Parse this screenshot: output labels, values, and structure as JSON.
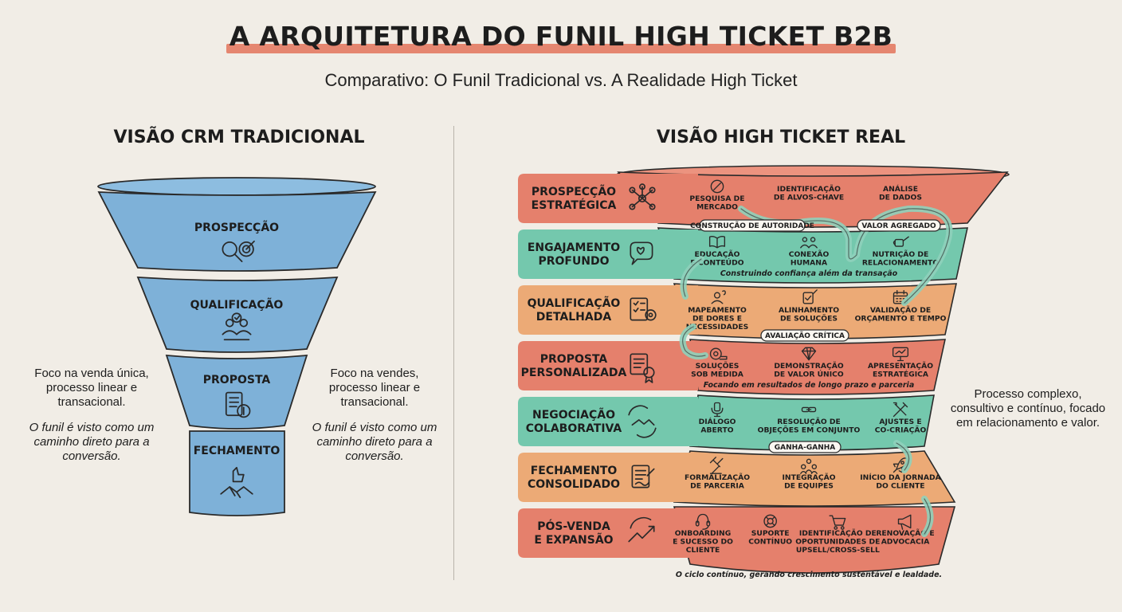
{
  "title": "A ARQUITETURA DO FUNIL HIGH TICKET B2B",
  "subtitle": "Comparativo: O Funil Tradicional vs. A Realidade High Ticket",
  "left_heading": "VISÃO CRM TRADICIONAL",
  "right_heading": "VISÃO HIGH TICKET REAL",
  "colors": {
    "blue": "#7eb1d8",
    "coral": "#e5806c",
    "teal": "#74c8ad",
    "orange": "#ecaa76",
    "bg": "#f1ede6"
  },
  "traditional": {
    "stages": [
      {
        "label": "PROSPECÇÃO",
        "icon": "magnifier-target-icon"
      },
      {
        "label": "QUALIFICAÇÃO",
        "icon": "people-check-icon"
      },
      {
        "label": "PROPOSTA",
        "icon": "document-coin-icon"
      },
      {
        "label": "FECHAMENTO",
        "icon": "handshake-thumbs-up-icon"
      }
    ],
    "left_note": {
      "text": "Foco na venda única, processo linear e transacional.",
      "italic": "O funil é visto como um caminho direto para a conversão."
    },
    "right_note": {
      "text": "Foco na vendes, processo linear e transacional.",
      "italic": "O funil é visto como um caminho direto para a conversão."
    }
  },
  "high_ticket": {
    "stages": [
      {
        "label1": "PROSPECÇÃO",
        "label2": "ESTRATÉGICA",
        "color": "coral",
        "icon": "network-icon",
        "items": [
          {
            "l1": "PESQUISA DE",
            "l2": "MERCADO",
            "icon": "compass-icon"
          },
          {
            "l1": "IDENTIFICAÇÃO",
            "l2": "DE ALVOS-CHAVE"
          },
          {
            "l1": "ANÁLISE",
            "l2": "DE DADOS"
          }
        ],
        "caption": ""
      },
      {
        "label1": "ENGAJAMENTO",
        "label2": "PROFUNDO",
        "color": "teal",
        "icon": "chat-heart-icon",
        "items": [
          {
            "l1": "EDUCAÇÃO",
            "l2": "E CONTEÚDO",
            "icon": "book-icon"
          },
          {
            "l1": "CONEXÃO",
            "l2": "HUMANA",
            "icon": "people-icon"
          },
          {
            "l1": "NUTRIÇÃO DE",
            "l2": "RELACIONAMENTO",
            "icon": "watering-can-icon"
          }
        ],
        "caption": "Construindo confiança além da transação"
      },
      {
        "label1": "QUALIFICAÇÃO",
        "label2": "DETALHADA",
        "color": "orange",
        "icon": "checklist-gear-icon",
        "items": [
          {
            "l1": "MAPEAMENTO",
            "l2": "DE DORES E",
            "l3": "NECESSIDADES",
            "icon": "person-question-icon"
          },
          {
            "l1": "ALINHAMENTO",
            "l2": "DE SOLUÇÕES",
            "icon": "pen-check-icon"
          },
          {
            "l1": "VALIDAÇÃO DE",
            "l2": "ORÇAMENTO E TEMPO",
            "icon": "calendar-icon"
          }
        ],
        "caption": ""
      },
      {
        "label1": "PROPOSTA",
        "label2": "PERSONALIZADA",
        "color": "coral",
        "icon": "certificate-icon",
        "items": [
          {
            "l1": "SOLUÇÕES",
            "l2": "SOB MEDIDA",
            "icon": "tape-measure-icon"
          },
          {
            "l1": "DEMONSTRAÇÃO",
            "l2": "DE VALOR ÚNICO",
            "icon": "diamond-icon"
          },
          {
            "l1": "APRESENTAÇÃO",
            "l2": "ESTRATÉGICA",
            "icon": "presentation-icon"
          }
        ],
        "caption": "Focando em resultados de longo prazo e parceria"
      },
      {
        "label1": "NEGOCIAÇÃO",
        "label2": "COLABORATIVA",
        "color": "teal",
        "icon": "handshake-cycle-icon",
        "items": [
          {
            "l1": "DIÁLOGO",
            "l2": "ABERTO",
            "icon": "microphone-icon"
          },
          {
            "l1": "RESOLUÇÃO DE",
            "l2": "OBJEÇÕES EM CONJUNTO",
            "icon": "link-icon"
          },
          {
            "l1": "AJUSTES E",
            "l2": "CO-CRIAÇÃO",
            "icon": "tools-icon"
          }
        ],
        "caption": ""
      },
      {
        "label1": "FECHAMENTO",
        "label2": "CONSOLIDADO",
        "color": "orange",
        "icon": "signed-document-icon",
        "items": [
          {
            "l1": "FORMALIZAÇÃO",
            "l2": "DE PARCERIA",
            "icon": "gavel-icon"
          },
          {
            "l1": "INTEGRAÇÃO",
            "l2": "DE EQUIPES",
            "icon": "team-icon"
          },
          {
            "l1": "INÍCIO DA JORNADA",
            "l2": "DO CLIENTE",
            "icon": "rocket-icon"
          }
        ],
        "caption": ""
      },
      {
        "label1": "PÓS-VENDA",
        "label2": "E EXPANSÃO",
        "color": "coral",
        "icon": "growth-cycle-icon",
        "items": [
          {
            "l1": "ONBOARDING",
            "l2": "E SUCESSO DO",
            "l3": "CLIENTE",
            "icon": "headset-icon"
          },
          {
            "l1": "SUPORTE",
            "l2": "CONTÍNUO",
            "icon": "lifebuoy-icon"
          },
          {
            "l1": "IDENTIFICAÇÃO DE",
            "l2": "OPORTUNIDADES DE",
            "l3": "UPSELL/CROSS-SELL",
            "icon": "cart-icon"
          },
          {
            "l1": "RENOVAÇÃO E",
            "l2": "ADVOCACIA",
            "icon": "megaphone-icon"
          }
        ],
        "caption": "O ciclo contínuo, gerando crescimento sustentável e lealdade."
      }
    ],
    "tags": [
      "CONSTRUÇÃO DE AUTORIDADE",
      "VALOR AGREGADO",
      "AVALIAÇÃO CRÍTICA",
      "GANHA-GANHA"
    ],
    "right_note": "Processo complexo, consultivo e contínuo, focado em relacionamento e valor."
  }
}
